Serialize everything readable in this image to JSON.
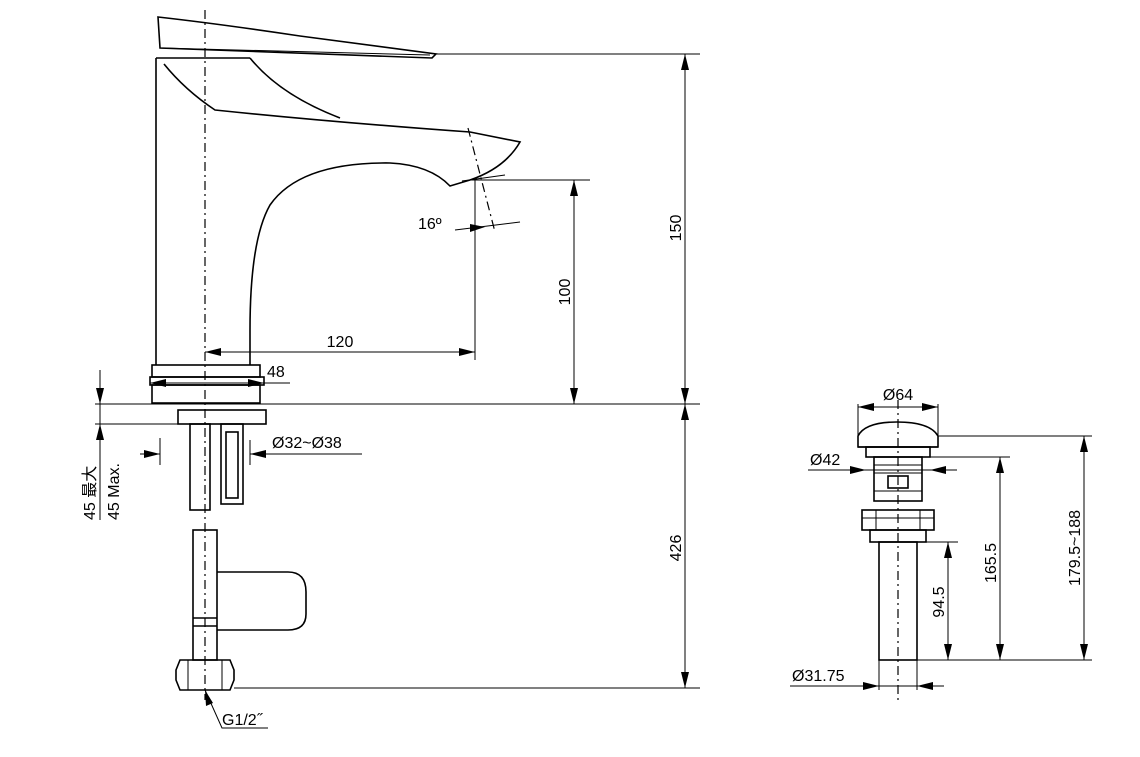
{
  "dimensions": {
    "d150": "150",
    "d100": "100",
    "d120": "120",
    "d48": "48",
    "d426": "426",
    "d16deg": "16º",
    "d32_38": "Ø32~Ø38",
    "max_cn": "45 最大",
    "max_en": "45 Max.",
    "g12": "G1/2˝",
    "d64": "Ø64",
    "d42": "Ø42",
    "d165_5": "165.5",
    "d94_5": "94.5",
    "d179_188": "179.5~188",
    "d31_75": "Ø31.75"
  }
}
